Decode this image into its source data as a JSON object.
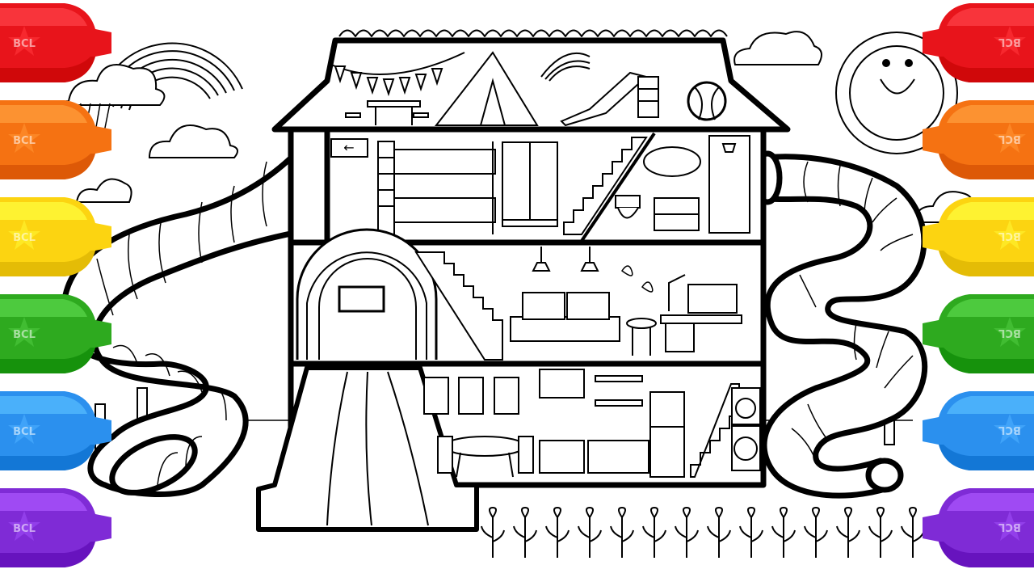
{
  "illustration": {
    "subject": "coloring page house",
    "sign_arrow": "←"
  },
  "markers": {
    "label": "BCL",
    "colors": [
      "#e8141b",
      "#f57212",
      "#fcd411",
      "#2eaa1f",
      "#2b90ee",
      "#7f2bd6"
    ],
    "left": [
      "red",
      "orange",
      "yellow",
      "green",
      "blue",
      "purple"
    ],
    "right": [
      "red",
      "orange",
      "yellow",
      "green",
      "blue",
      "purple"
    ]
  },
  "palette": {
    "line": "#000000",
    "paper": "#ffffff"
  }
}
